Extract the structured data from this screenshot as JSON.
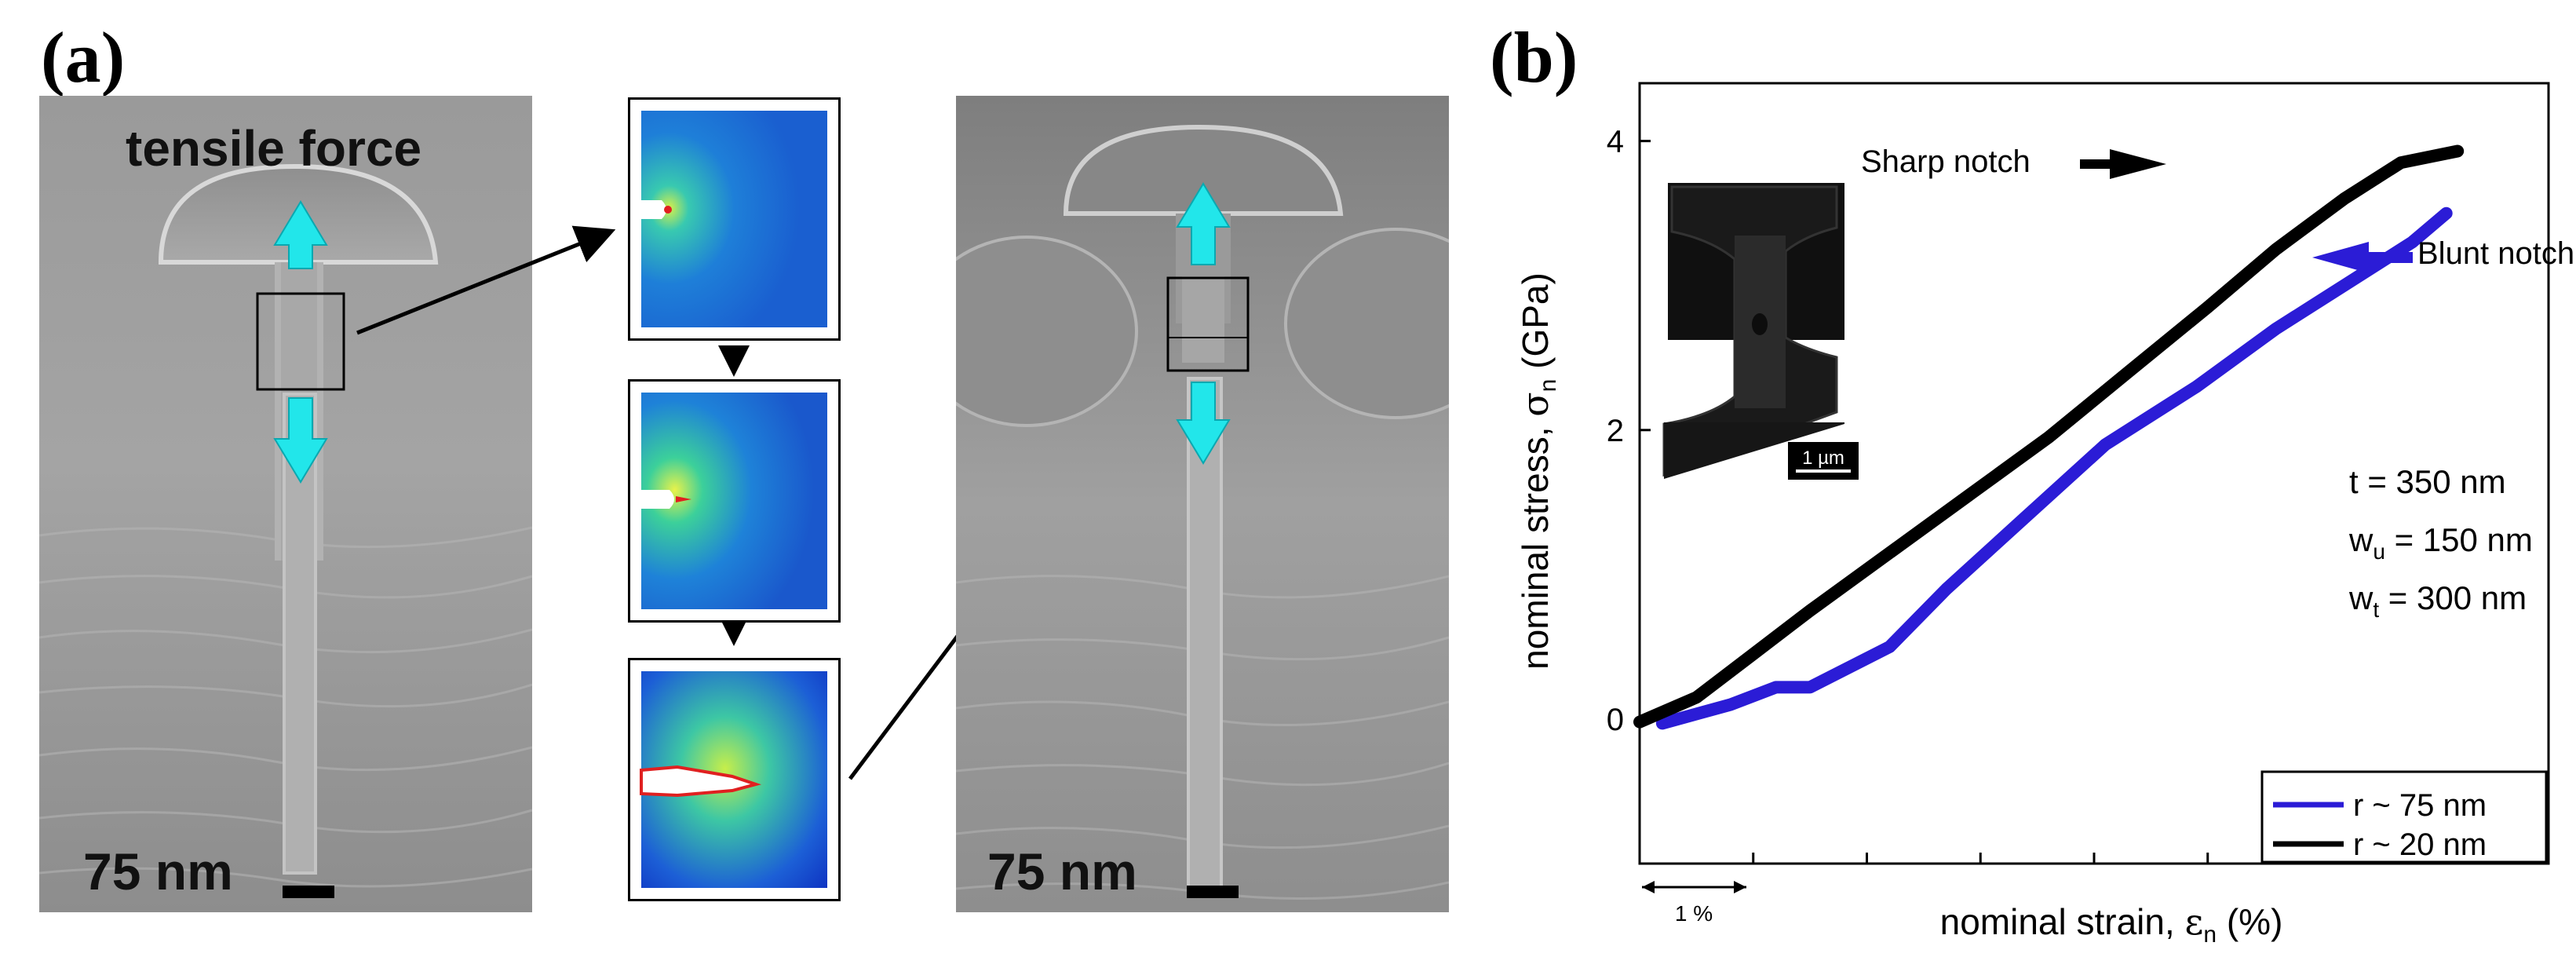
{
  "panel_a": {
    "label": "(a)",
    "left_image": {
      "title": "tensile force",
      "scale_bar": "75 nm"
    },
    "right_image": {
      "scale_bar": "75 nm"
    }
  },
  "panel_b": {
    "label": "(b)",
    "inset_scale_bar": "1 µm",
    "annotations": {
      "sharp_notch": "Sharp notch",
      "blunt_notch": "Blunt notch",
      "params": [
        "t = 350 nm",
        "w",
        "u",
        " = 150 nm",
        "w",
        "t",
        "  = 300 nm"
      ]
    },
    "x_scale_label": "1 %"
  },
  "chart_data": {
    "type": "line",
    "xlabel_parts": [
      "nominal strain, ",
      "ε",
      "n",
      " (%)"
    ],
    "ylabel_parts": [
      "nominal stress, ",
      "σ",
      "n",
      " (GPa)"
    ],
    "x_ticks_shown": false,
    "y_ticks": [
      0,
      2,
      4
    ],
    "ylim": [
      -1,
      4.4
    ],
    "xlim": [
      0,
      8
    ],
    "grid": false,
    "legend_position": "bottom-right",
    "series": [
      {
        "name": "r ~ 75 nm",
        "color": "#2b1cd6",
        "x": [
          0.2,
          0.8,
          1.2,
          1.5,
          2.2,
          2.7,
          3.4,
          4.1,
          4.9,
          5.6,
          6.3,
          6.8,
          7.1
        ],
        "y": [
          -0.03,
          0.1,
          0.22,
          0.22,
          0.5,
          0.9,
          1.4,
          1.9,
          2.3,
          2.7,
          3.05,
          3.3,
          3.5
        ]
      },
      {
        "name": "r ~ 20 nm",
        "color": "#000000",
        "x": [
          0.0,
          0.5,
          1.0,
          1.5,
          2.2,
          2.9,
          3.6,
          4.3,
          5.0,
          5.6,
          6.2,
          6.7,
          7.2
        ],
        "y": [
          -0.02,
          0.15,
          0.45,
          0.75,
          1.15,
          1.55,
          1.95,
          2.4,
          2.85,
          3.25,
          3.6,
          3.85,
          3.93
        ]
      }
    ]
  }
}
